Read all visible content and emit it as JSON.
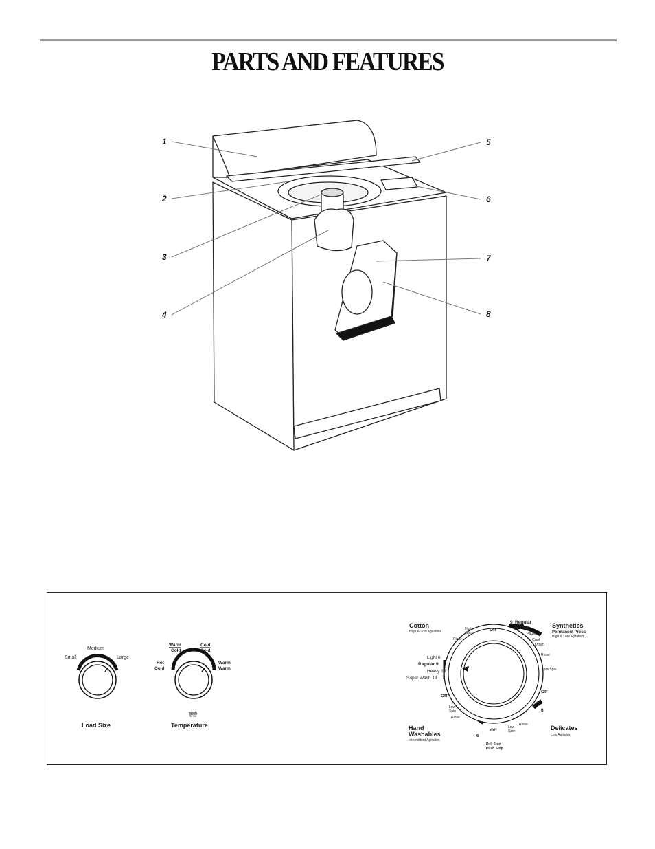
{
  "page": {
    "title": "PARTS AND FEATURES"
  },
  "callouts": [
    "1",
    "2",
    "3",
    "4",
    "5",
    "6",
    "7",
    "8"
  ],
  "load_size": {
    "small": "Small",
    "medium": "Medium",
    "large": "Large",
    "caption": "Load Size"
  },
  "temperature": {
    "warm_cold_top": "Warm",
    "warm_cold_bottom": "Cold",
    "cold_cold_top": "Cold",
    "cold_cold_bottom": "Cold",
    "hot_cold_top": "Hot",
    "hot_cold_bottom": "Cold",
    "warm_warm_top": "Warm",
    "warm_warm_bottom": "Warm",
    "wash": "Wash",
    "rinse": "Rinse",
    "caption": "Temperature"
  },
  "cycle_dial": {
    "cotton": "Cotton",
    "cotton_sub": "High & Low Agitation",
    "synthetics": "Synthetics",
    "synthetics_sub1": "Permanent Press",
    "synthetics_sub2": "High & Low Agitation",
    "hand": "Hand",
    "washables": "Washables",
    "hand_sub": "Intermittent Agitation",
    "delicates": "Delicates",
    "delicates_sub": "Low Agitation",
    "high": "High",
    "spin": "Spin",
    "off_top": "Off",
    "rinse_topleft": "Rinse",
    "regular_num": "9",
    "regular_top": "Regular",
    "light_top": "6 Light",
    "pause": "Pause",
    "cool": "Cool",
    "down": "Down",
    "rinse_right": "Rinse",
    "low_spin_right": "Low Spin",
    "off_right": "Off",
    "six_right": "6",
    "light6": "Light  6",
    "regular9": "Regular  9",
    "heavy15": "Heavy  15",
    "superwash18": "Super Wash 18",
    "off_left": "Off",
    "low": "Low",
    "spin2": "Spin",
    "rinse_bl": "Rinse",
    "six_bottom": "6",
    "off_bottom": "Off",
    "low2": "Low",
    "spin3": "Spin",
    "rinse_br": "Rinse",
    "pull_start": "Pull Start",
    "push_stop": "Push Stop"
  }
}
